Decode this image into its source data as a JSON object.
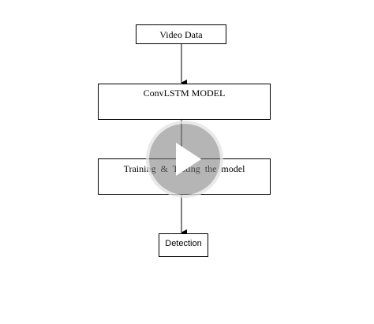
{
  "diagram": {
    "nodes": {
      "video_data": "Video Data",
      "convlstm_model": "ConvLSTM MODEL",
      "training_testing": "Training & Testing the model",
      "detection": "Detection"
    },
    "edges": [
      [
        "video_data",
        "convlstm_model"
      ],
      [
        "convlstm_model",
        "training_testing"
      ],
      [
        "training_testing",
        "detection"
      ]
    ]
  },
  "overlay": {
    "icon": "play-icon"
  }
}
